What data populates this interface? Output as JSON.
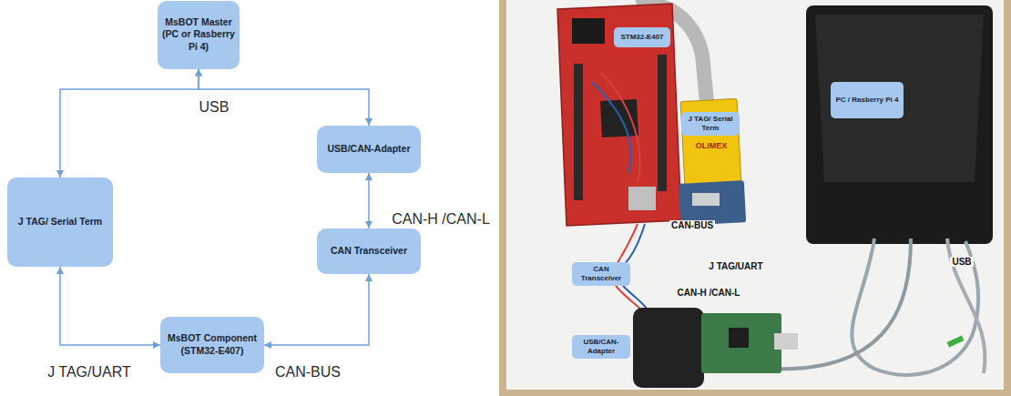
{
  "diagram": {
    "nodes": [
      {
        "text": [
          "MsBOT Master (PC or Rasberry Pi 4)"
        ]
      },
      {
        "text": [
          "USB/CAN-Adapter"
        ]
      },
      {
        "text": [
          "J TAG/ Serial Term"
        ]
      },
      {
        "text": [
          "CAN Transceiver"
        ]
      },
      {
        "text": [
          "MsBOT Component (STM32-E407)"
        ]
      },
      {
        "text": [
          "STM32-E407"
        ]
      },
      {
        "text": [
          "J TAG/ Serial Term"
        ]
      },
      {
        "text": [
          "PC / Rasberry Pi 4"
        ]
      },
      {
        "text": [
          "CAN Transceiver"
        ]
      },
      {
        "text": [
          "USB/CAN-Adapter"
        ]
      }
    ],
    "edges": [
      {
        "from": 0,
        "to": 2,
        "arrow": "both"
      },
      {
        "from": 0,
        "to": 1,
        "arrow": "both"
      },
      {
        "from": 1,
        "to": 3,
        "label": "CAN-H /CAN-L",
        "arrow": "both"
      },
      {
        "from": 4,
        "to": 3,
        "label": "CAN-BUS",
        "arrow": "both"
      },
      {
        "from": 2,
        "to": 4,
        "label": "J TAG/UART",
        "arrow": "both"
      }
    ],
    "labels": [
      "USB",
      "CAN-BUS",
      "J TAG/UART",
      "CAN-H /CAN-L",
      "USB",
      "OLIMEX"
    ]
  }
}
